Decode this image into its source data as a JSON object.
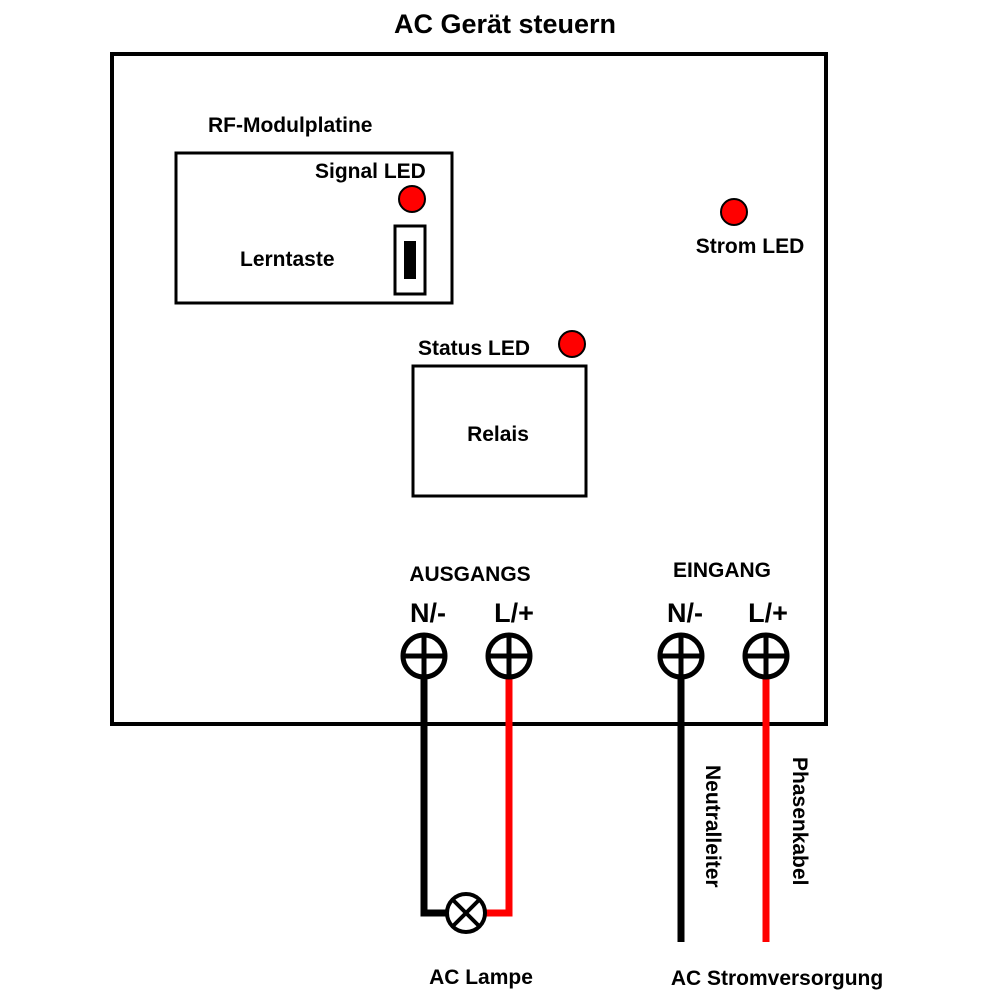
{
  "title": "AC Gerät steuern",
  "rf_module": {
    "label": "RF-Modulplatine",
    "signal_led": "Signal LED",
    "learn_button": "Lerntaste"
  },
  "power_led": "Strom LED",
  "status_led": "Status LED",
  "relay": "Relais",
  "output": {
    "label": "AUSGANGS",
    "terminal_n": "N/-",
    "terminal_l": "L/+"
  },
  "input": {
    "label": "EINGANG",
    "terminal_n": "N/-",
    "terminal_l": "L/+"
  },
  "wires": {
    "neutral": "Neutralleiter",
    "phase": "Phasenkabel"
  },
  "lamp_label": "AC Lampe",
  "supply_label": "AC Stromversorgung",
  "colors": {
    "led": "#ff0000",
    "phase_wire": "#ff0000",
    "neutral_wire": "#000000"
  }
}
